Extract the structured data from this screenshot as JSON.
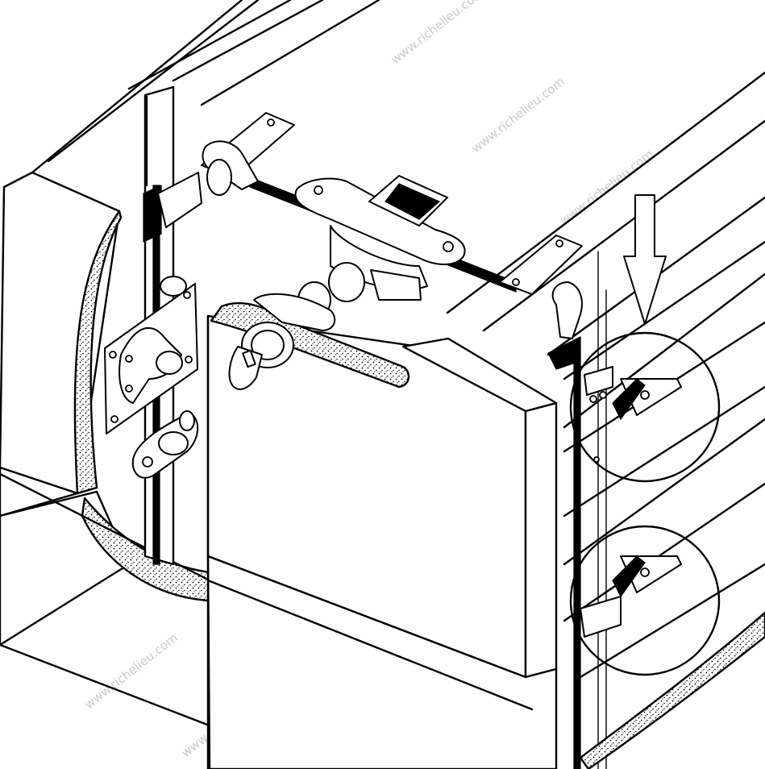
{
  "watermark": {
    "text": "www.richelieu.com"
  },
  "colors": {
    "line": "#000000",
    "background": "#ffffff",
    "cut_section": "stipple"
  },
  "callouts": [
    {
      "shape": "circle",
      "detail": "upper-hook-engagement"
    },
    {
      "shape": "circle",
      "detail": "lower-hook-engagement"
    }
  ],
  "indicators": [
    {
      "shape": "arrow",
      "direction": "down"
    }
  ]
}
